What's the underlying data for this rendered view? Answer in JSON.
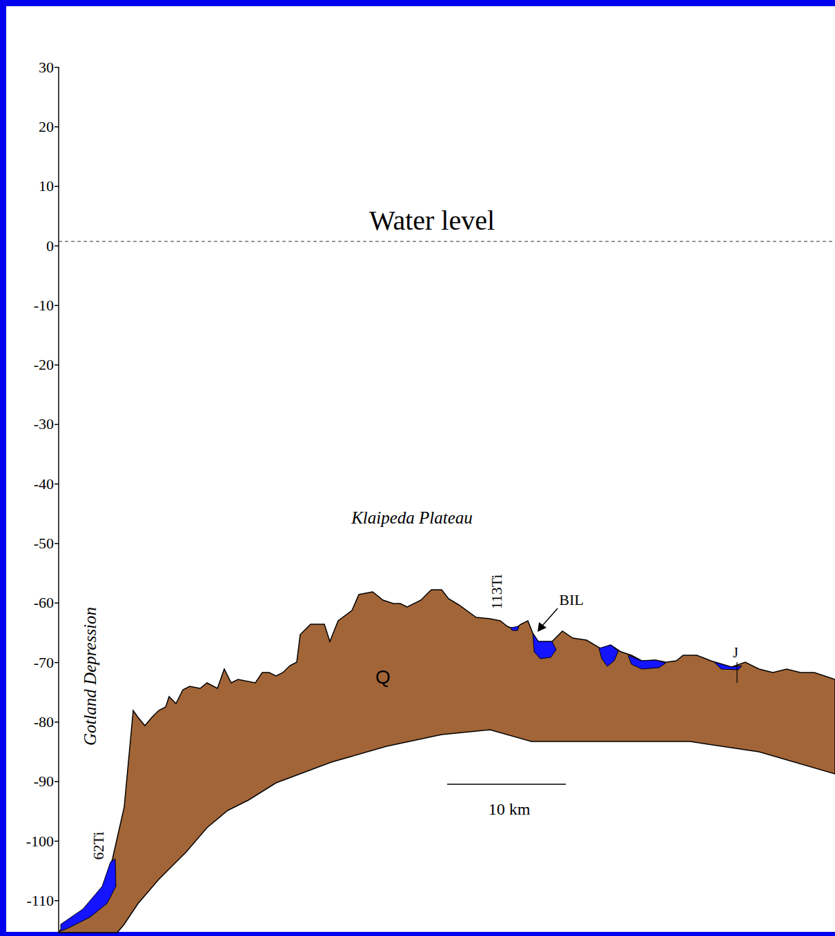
{
  "diagram": {
    "labels": [
      "30",
      "20",
      "10",
      "0",
      "-10",
      "-20",
      "-30",
      "-40",
      "-50",
      "-60",
      "-70",
      "-80",
      "-90",
      "-100",
      "-110",
      "Water level",
      "Klaipeda Plateau",
      "Gotland Depression",
      "113Ti",
      "BIL",
      "J",
      "Q",
      "10 km",
      "62Ti"
    ]
  }
}
